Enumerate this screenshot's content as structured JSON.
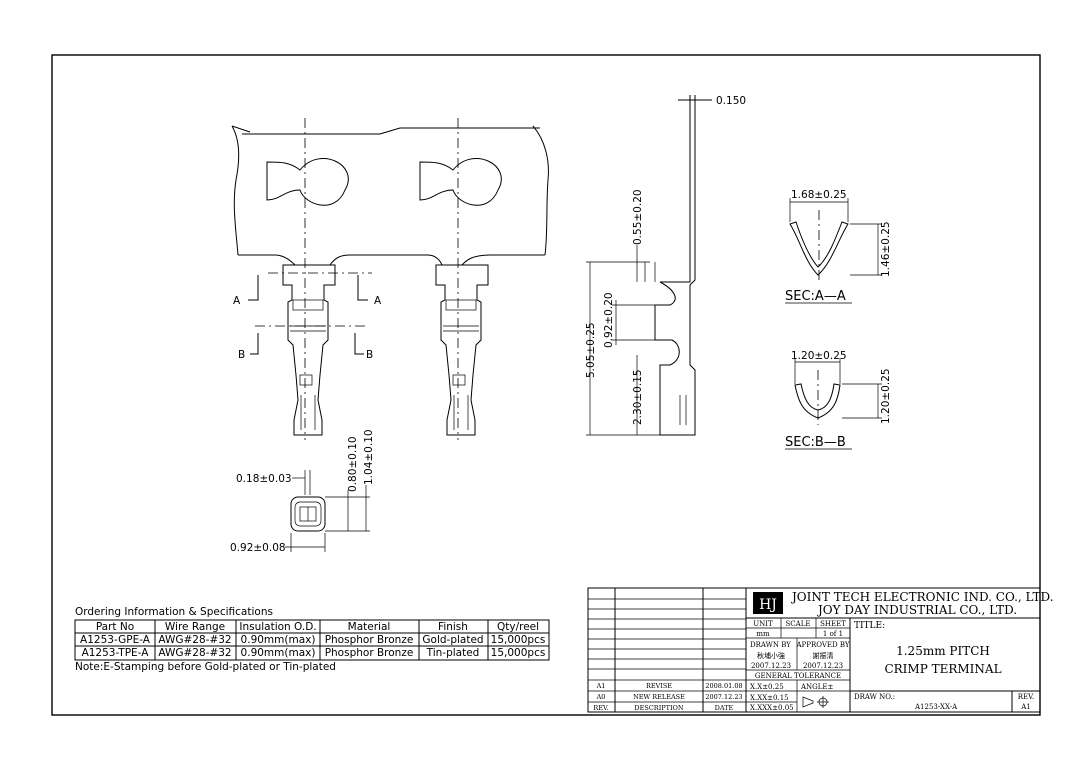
{
  "drawing": {
    "section_a_label": "A",
    "section_b_label": "B",
    "dims": {
      "thickness": "0.150",
      "len_055": "0.55±0.20",
      "len_505": "5.05±0.25",
      "len_092": "0.92±0.20",
      "len_230": "2.30±0.15",
      "sec_a_width": "1.68±0.25",
      "sec_a_height": "1.46±0.25",
      "sec_b_width": "1.20±0.25",
      "sec_b_height": "1.20±0.25",
      "front_018": "0.18±0.03",
      "front_080": "0.80±0.10",
      "front_104": "1.04±0.10",
      "front_092": "0.92±0.08"
    },
    "sec_a_title": "SEC:A—A",
    "sec_b_title": "SEC:B—B"
  },
  "ordering": {
    "title": "Ordering Information & Specifications",
    "headers": [
      "Part No",
      "Wire Range",
      "Insulation O.D.",
      "Material",
      "Finish",
      "Qty/reel"
    ],
    "rows": [
      [
        "A1253-GPE-A",
        "AWG#28-#32",
        "0.90mm(max)",
        "Phosphor Bronze",
        "Gold-plated",
        "15,000pcs"
      ],
      [
        "A1253-TPE-A",
        "AWG#28-#32",
        "0.90mm(max)",
        "Phosphor Bronze",
        "Tin-plated",
        "15,000pcs"
      ]
    ],
    "note": "Note:E-Stamping before Gold-plated or Tin-plated"
  },
  "titleblock": {
    "company1": "JOINT TECH ELECTRONIC IND. CO., LTD.",
    "company2": "JOY DAY INDUSTRIAL CO., LTD.",
    "unit_label": "UNIT",
    "unit_value": "mm",
    "scale_label": "SCALE",
    "sheet_label": "SHEET",
    "sheet_value": "1 of 1",
    "title_label": "TITLE:",
    "title1": "1.25mm PITCH",
    "title2": "CRIMP TERMINAL",
    "drawn_by_label": "DRAWN BY",
    "drawn_by_name": "秋埔小強",
    "drawn_date": "2007.12.23",
    "approved_by_label": "APPROVED BY",
    "approved_by_name": "謝振清",
    "approved_date": "2007.12.23",
    "tolerance_label": "GENERAL TOLERANCE",
    "tol_x": "X.X±0.25",
    "tol_xx": "X.XX±0.15",
    "tol_xxx": "X.XXX±0.05",
    "angle_label": "ANGLE±",
    "draw_no_label": "DRAW NO.:",
    "draw_no": "A1253-XX-A",
    "rev_label": "REV.",
    "rev_value": "A1",
    "revisions": [
      {
        "rev": "A1",
        "desc": "REVISE",
        "date": "2008.01.08"
      },
      {
        "rev": "A0",
        "desc": "NEW RELEASE",
        "date": "2007.12.23"
      }
    ],
    "rev_col_header": "REV.",
    "desc_col_header": "DESCRIPTION",
    "date_col_header": "DATE"
  }
}
